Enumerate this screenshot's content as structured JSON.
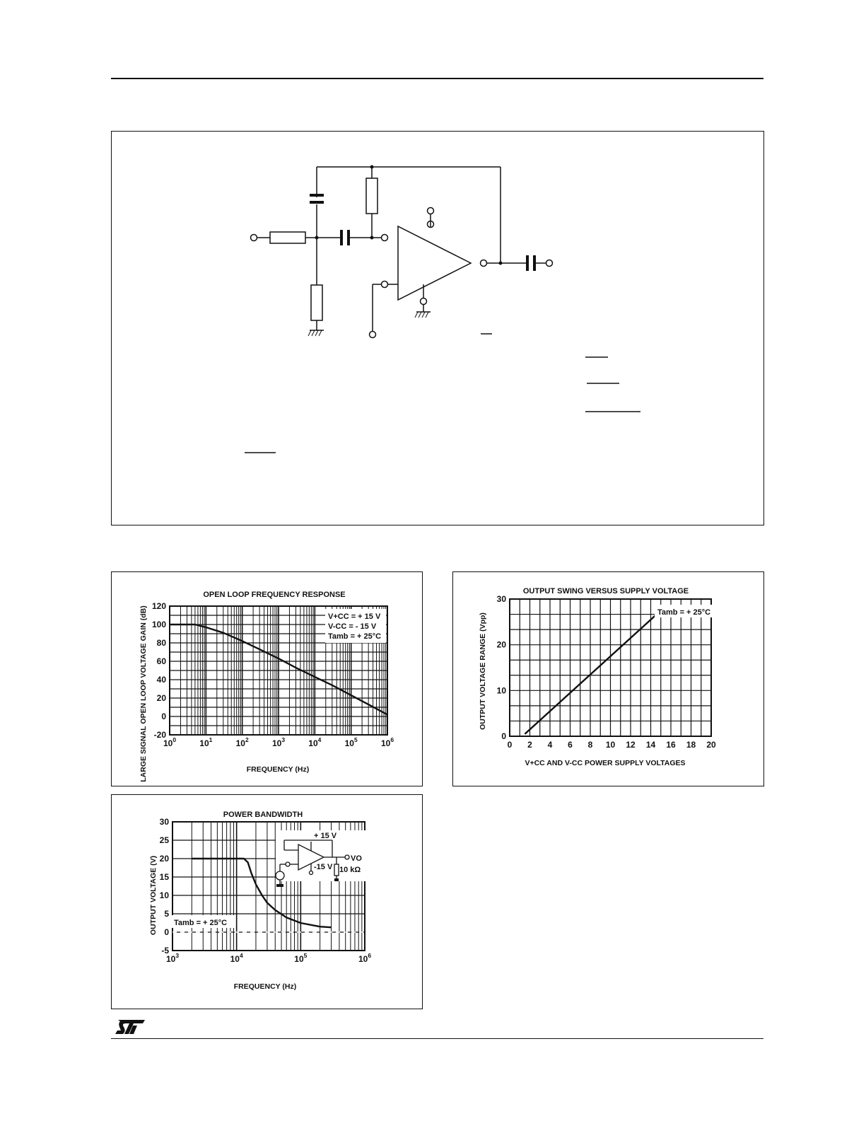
{
  "charts": {
    "open_loop": {
      "title": "OPEN LOOP FREQUENCY RESPONSE",
      "xlabel": "FREQUENCY (Hz)",
      "ylabel": "LARGE SIGNAL OPEN LOOP VOLTAGE GAIN (dB)",
      "conditions": [
        "V+CC = + 15 V",
        "V-CC = - 15 V",
        "Tamb = + 25°C"
      ]
    },
    "output_swing": {
      "title": "OUTPUT SWING VERSUS SUPPLY VOLTAGE",
      "xlabel": "V+CC AND V-CC POWER SUPPLY VOLTAGES",
      "ylabel": "OUTPUT VOLTAGE RANGE (Vpp)",
      "conditions": [
        "Tamb = + 25°C"
      ]
    },
    "power_bandwidth": {
      "title": "POWER BANDWIDTH",
      "xlabel": "FREQUENCY (Hz)",
      "ylabel": "OUTPUT VOLTAGE (V)",
      "conditions": [
        "Tamb = + 25°C"
      ],
      "inset": {
        "vplus": "+ 15 V",
        "vminus": "-15 V",
        "vo": "VO",
        "load": "10 kΩ"
      }
    }
  },
  "chart_data": [
    {
      "type": "line",
      "title": "OPEN LOOP FREQUENCY RESPONSE",
      "xlabel": "FREQUENCY (Hz)",
      "ylabel": "LARGE SIGNAL OPEN LOOP VOLTAGE GAIN (dB)",
      "xscale": "log",
      "xlim": [
        1,
        1000000
      ],
      "ylim": [
        -20,
        120
      ],
      "xticks": [
        "10^0",
        "10^1",
        "10^2",
        "10^3",
        "10^4",
        "10^5",
        "10^6"
      ],
      "yticks": [
        120,
        100,
        80,
        60,
        40,
        20,
        0,
        -20
      ],
      "grid": true,
      "legend": "top-right",
      "x": [
        1,
        3,
        5,
        10,
        30,
        100,
        300,
        1000,
        3000,
        10000,
        30000,
        100000,
        300000,
        1000000
      ],
      "y": [
        100,
        100,
        100,
        97,
        91,
        82,
        73,
        63,
        53,
        43,
        34,
        23,
        13,
        2
      ]
    },
    {
      "type": "line",
      "title": "OUTPUT SWING VERSUS SUPPLY VOLTAGE",
      "xlabel": "V+CC AND V-CC POWER SUPPLY VOLTAGES",
      "ylabel": "OUTPUT VOLTAGE RANGE (Vpp)",
      "xlim": [
        0,
        20
      ],
      "ylim": [
        0,
        30
      ],
      "xticks": [
        0,
        2,
        4,
        6,
        8,
        10,
        12,
        14,
        16,
        18,
        20
      ],
      "yticks": [
        0,
        10,
        20,
        30
      ],
      "grid": true,
      "legend": "top-right",
      "x": [
        1.5,
        15
      ],
      "y": [
        0.5,
        27.5
      ]
    },
    {
      "type": "line",
      "title": "POWER BANDWIDTH",
      "xlabel": "FREQUENCY (Hz)",
      "ylabel": "OUTPUT VOLTAGE (V)",
      "xscale": "log",
      "xlim": [
        1000,
        1000000
      ],
      "ylim": [
        -5,
        30
      ],
      "xticks": [
        "10^3",
        "10^4",
        "10^5",
        "10^6"
      ],
      "yticks": [
        30,
        25,
        20,
        15,
        10,
        5,
        0,
        -5
      ],
      "grid": true,
      "legend": "bottom-left",
      "x": [
        2000,
        10000,
        13000,
        15000,
        17000,
        20000,
        25000,
        30000,
        40000,
        60000,
        100000,
        200000,
        300000
      ],
      "y": [
        20,
        20,
        20,
        19,
        16,
        13,
        10,
        8,
        6,
        4,
        2.5,
        1.5,
        1.3
      ]
    }
  ]
}
